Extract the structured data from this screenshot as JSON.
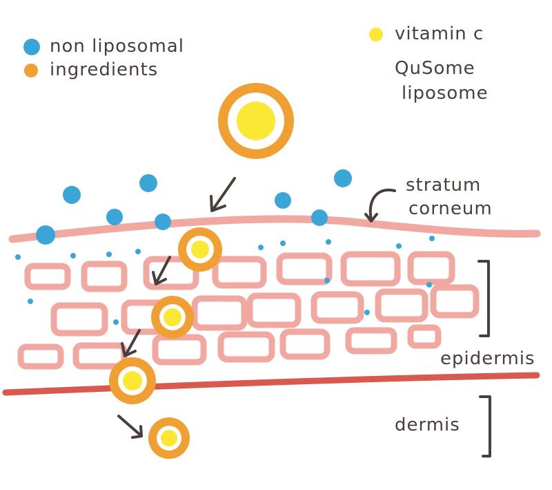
{
  "legend": {
    "non_liposomal_line1": "non liposomal",
    "non_liposomal_line2": "ingredients",
    "vitamin_c": "vitamin c",
    "qusome_line1": "QuSome",
    "qusome_line2": "liposome"
  },
  "labels": {
    "stratum_line1": "stratum",
    "stratum_line2": "corneum",
    "epidermis": "epidermis",
    "dermis": "dermis"
  },
  "colors": {
    "non_liposomal": "#3aa5d6",
    "vitamin_c": "#fbe835",
    "qusome": "#f0a033",
    "skin_cell": "#f0a8a0",
    "dermis_line": "#d85a4e",
    "ink": "#4a3e3c"
  }
}
